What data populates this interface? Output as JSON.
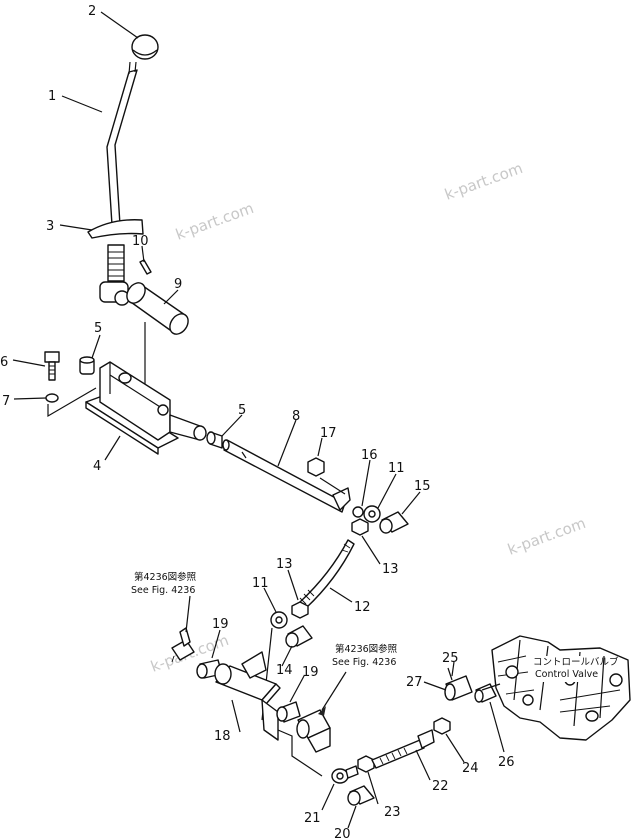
{
  "watermark": "k-part.com",
  "references": {
    "jp": "第4236図参照",
    "en": "See Fig. 4236"
  },
  "control_valve": {
    "jp": "コントロールバルブ",
    "en": "Control Valve"
  },
  "callouts": [
    "1",
    "2",
    "3",
    "4",
    "5",
    "5",
    "6",
    "7",
    "8",
    "9",
    "10",
    "11",
    "11",
    "12",
    "13",
    "13",
    "14",
    "15",
    "16",
    "17",
    "18",
    "19",
    "19",
    "20",
    "21",
    "22",
    "23",
    "24",
    "25",
    "26",
    "27"
  ]
}
